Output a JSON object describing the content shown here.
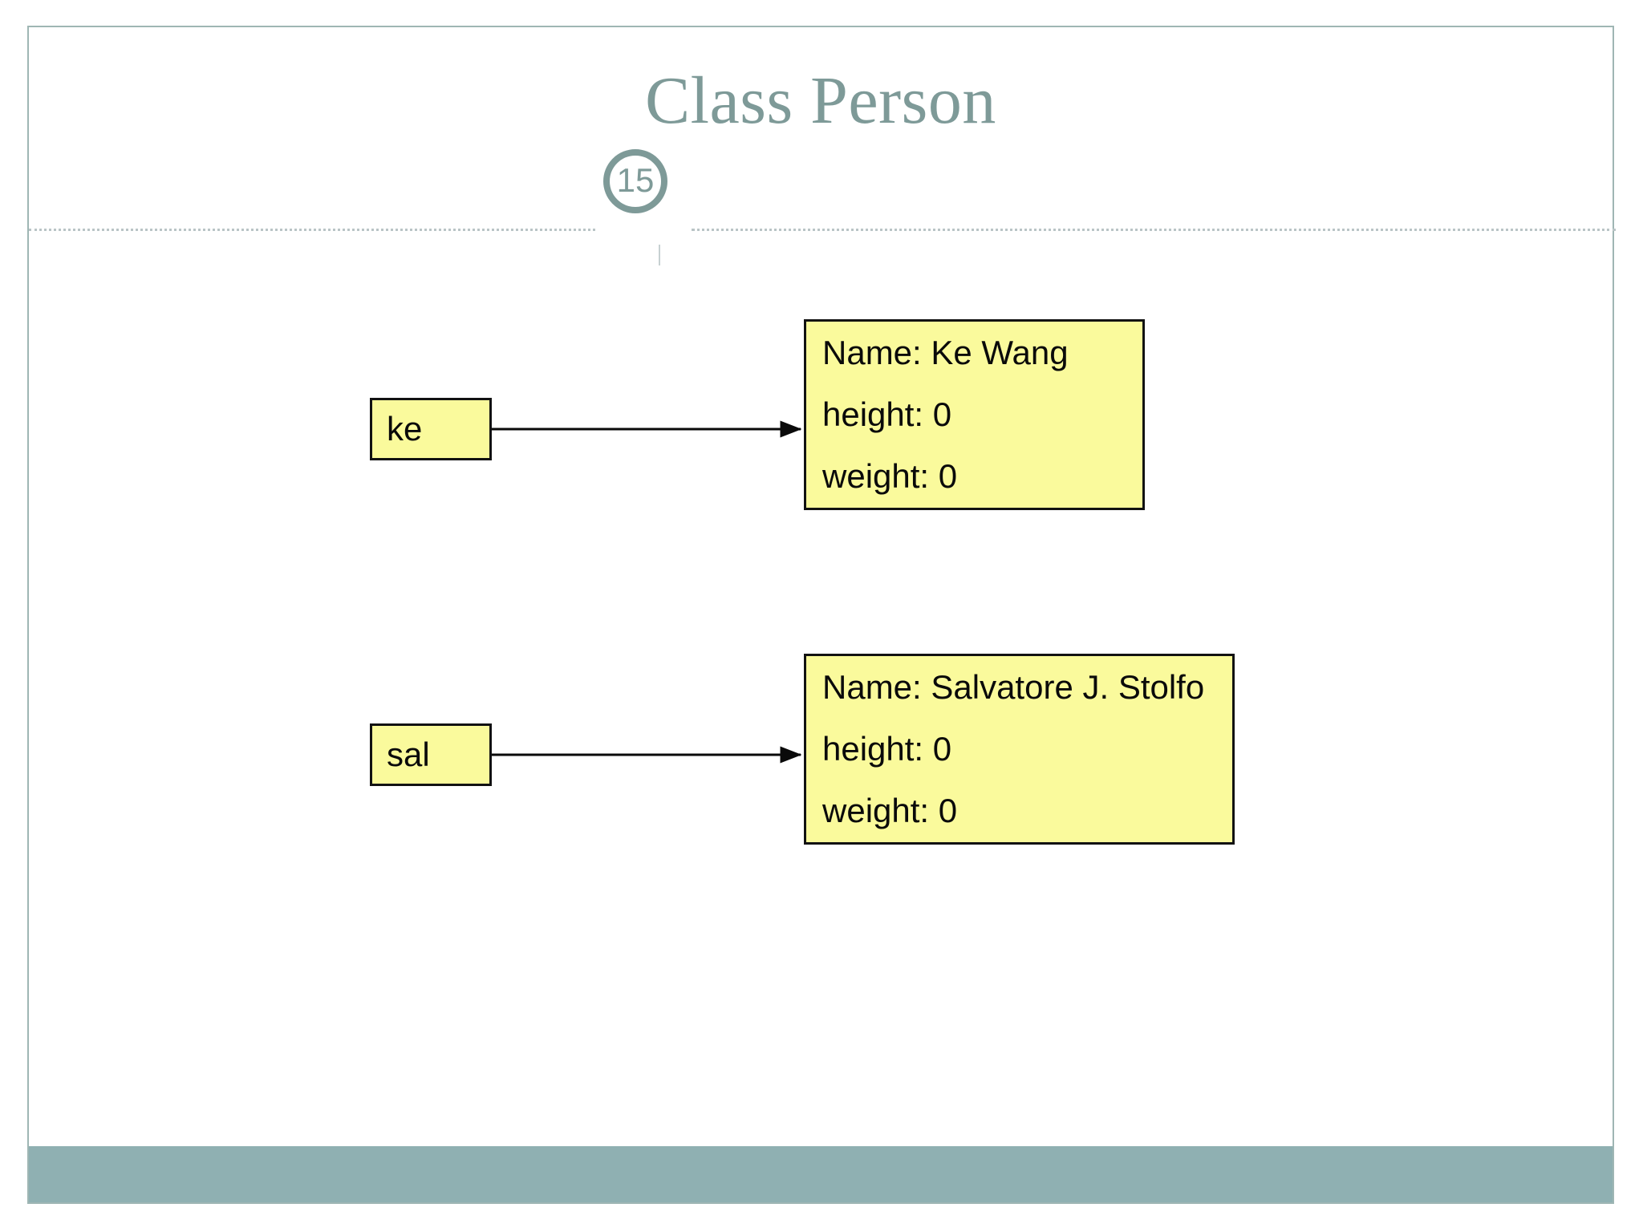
{
  "slide": {
    "title": "Class Person",
    "page_number": "15",
    "accent_color": "#7e9a98",
    "footer_color": "#8fb0b2",
    "box_fill_color": "#fafa9c",
    "box_border_color": "#121212"
  },
  "diagram": {
    "type": "object-reference-diagram",
    "variables": [
      {
        "name": "ke",
        "label": "ke"
      },
      {
        "name": "sal",
        "label": "sal"
      }
    ],
    "objects": [
      {
        "name": "person-ke",
        "lines": [
          "Name: Ke Wang",
          "height: 0",
          "weight: 0"
        ]
      },
      {
        "name": "person-sal",
        "lines": [
          "Name: Salvatore J. Stolfo",
          "height: 0",
          "weight: 0"
        ]
      }
    ],
    "arrows": [
      {
        "name": "arrow-ke-to-person",
        "from": "ke",
        "to": "person-ke"
      },
      {
        "name": "arrow-sal-to-person",
        "from": "sal",
        "to": "person-sal"
      }
    ]
  }
}
